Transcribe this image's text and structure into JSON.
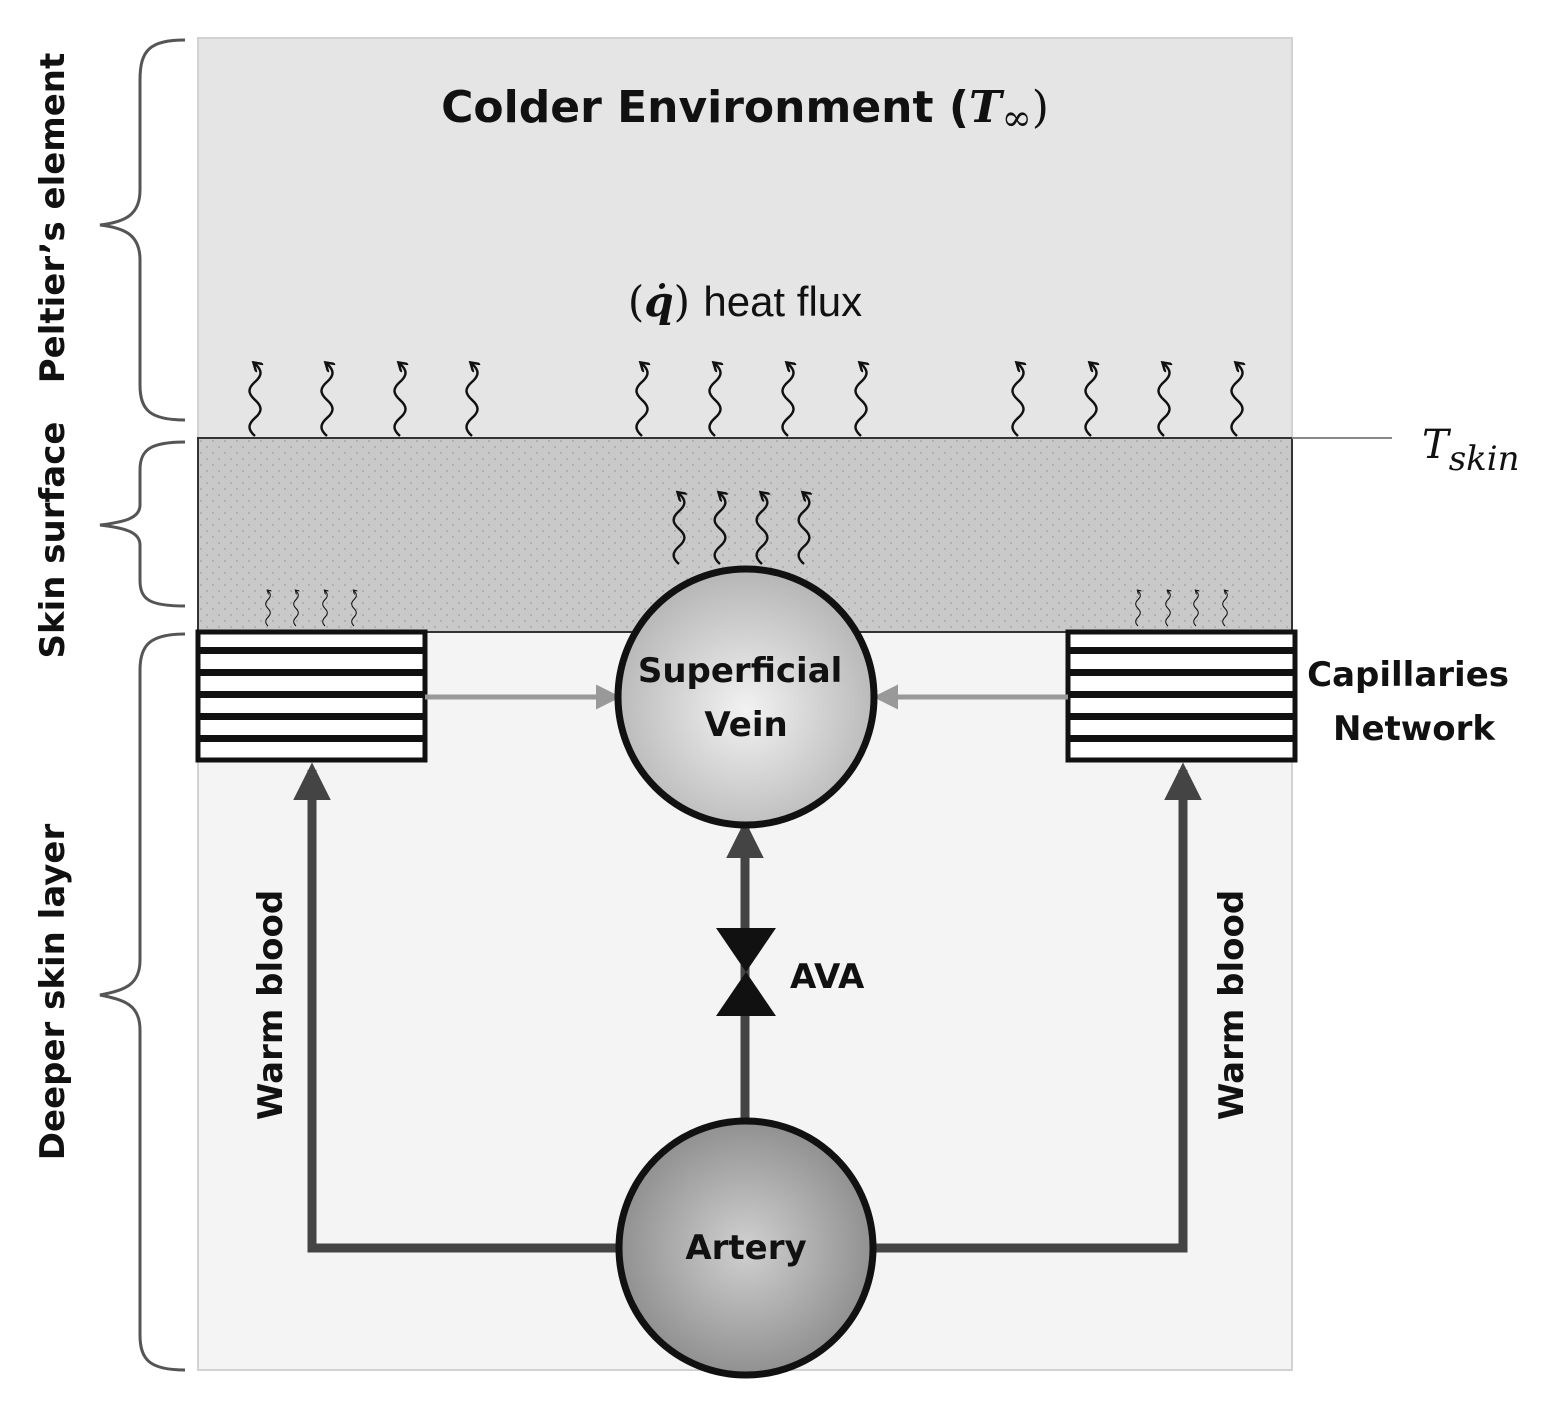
{
  "environment": {
    "title_text": "Colder Environment (",
    "title_symbol": "T",
    "title_sub": "∞",
    "title_close": ")"
  },
  "heat_flux": {
    "symbol": "q̇",
    "label": "heat flux"
  },
  "skin_temperature": {
    "symbol": "T",
    "sub": "skin"
  },
  "brackets": {
    "peltier": "Peltier’s element",
    "skin_surface": "Skin surface",
    "deeper": "Deeper skin layer"
  },
  "vessels": {
    "superficial_vein": [
      "Superficial",
      "Vein"
    ],
    "artery": "Artery",
    "capillaries": [
      "Capillaries",
      "Network"
    ]
  },
  "flow_labels": {
    "left": "Warm blood",
    "right": "Warm blood"
  },
  "valve": {
    "label": "AVA"
  },
  "colors": {
    "environment_fill": "#e5e5e5",
    "deeper_fill": "#f4f4f4",
    "skin_fill": "#c9c9c9",
    "line_dark": "#444444",
    "line_gray": "#999999"
  }
}
